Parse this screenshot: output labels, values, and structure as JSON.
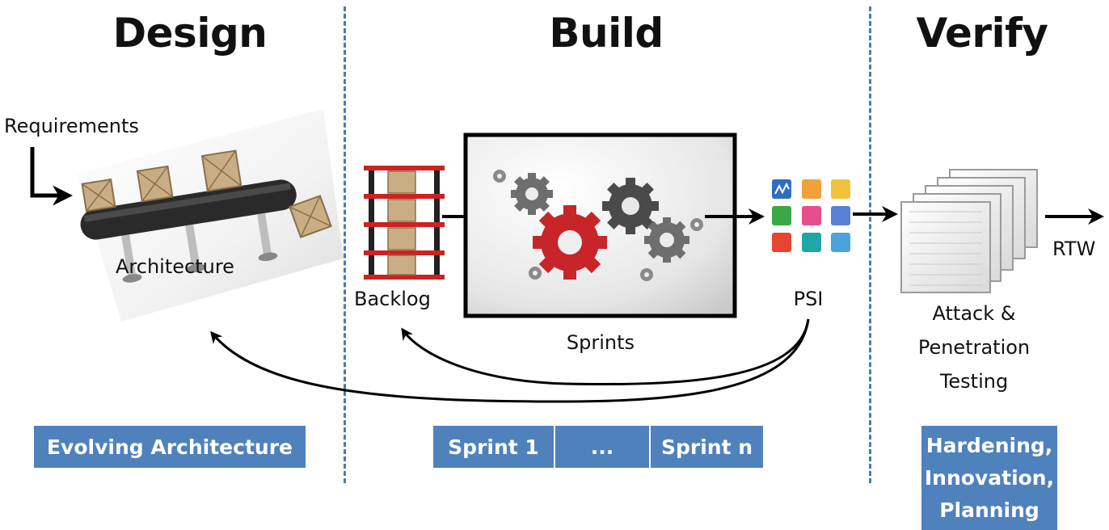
{
  "phases": {
    "design": "Design",
    "build": "Build",
    "verify": "Verify"
  },
  "labels": {
    "requirements": "Requirements",
    "architecture": "Architecture",
    "backlog": "Backlog",
    "sprints": "Sprints",
    "psi": "PSI",
    "attack_line1": "Attack &",
    "attack_line2": "Penetration",
    "attack_line3": "Testing",
    "rtw": "RTW"
  },
  "boxes": {
    "evolving": "Evolving Architecture",
    "sprint1": "Sprint 1",
    "ellipsis": "...",
    "sprintn": "Sprint n",
    "hardening1": "Hardening,",
    "hardening2": "Innovation,",
    "hardening3": "Planning"
  },
  "colors": {
    "divider": "#4a7ab5",
    "box_fill": "#4f81bd",
    "gear_red": "#c8252b",
    "gear_dark": "#555555",
    "crate": "#c9ad85"
  }
}
